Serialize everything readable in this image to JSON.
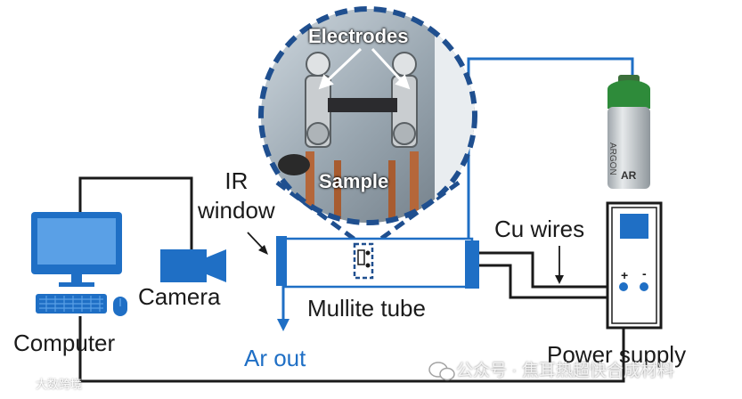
{
  "labels": {
    "electrodes": "Electrodes",
    "sample": "Sample",
    "ir_window": "IR\nwindow",
    "cu_wires": "Cu wires",
    "camera": "Camera",
    "mullite_tube": "Mullite tube",
    "computer": "Computer",
    "ar_out": "Ar out",
    "power_supply": "Power supply",
    "plus": "+",
    "minus": "-",
    "cylinder_text": "ARGON",
    "cylinder_short": "AR"
  },
  "watermark": {
    "wechat_text": "公众号 · 焦耳热超快合成材料",
    "corner_text": "大数跨境"
  },
  "colors": {
    "accent_blue": "#1f6fc5",
    "wire": "#1a1a1a",
    "cylinder_green": "#2e8b3a",
    "cylinder_body": "#c8cdd0"
  }
}
